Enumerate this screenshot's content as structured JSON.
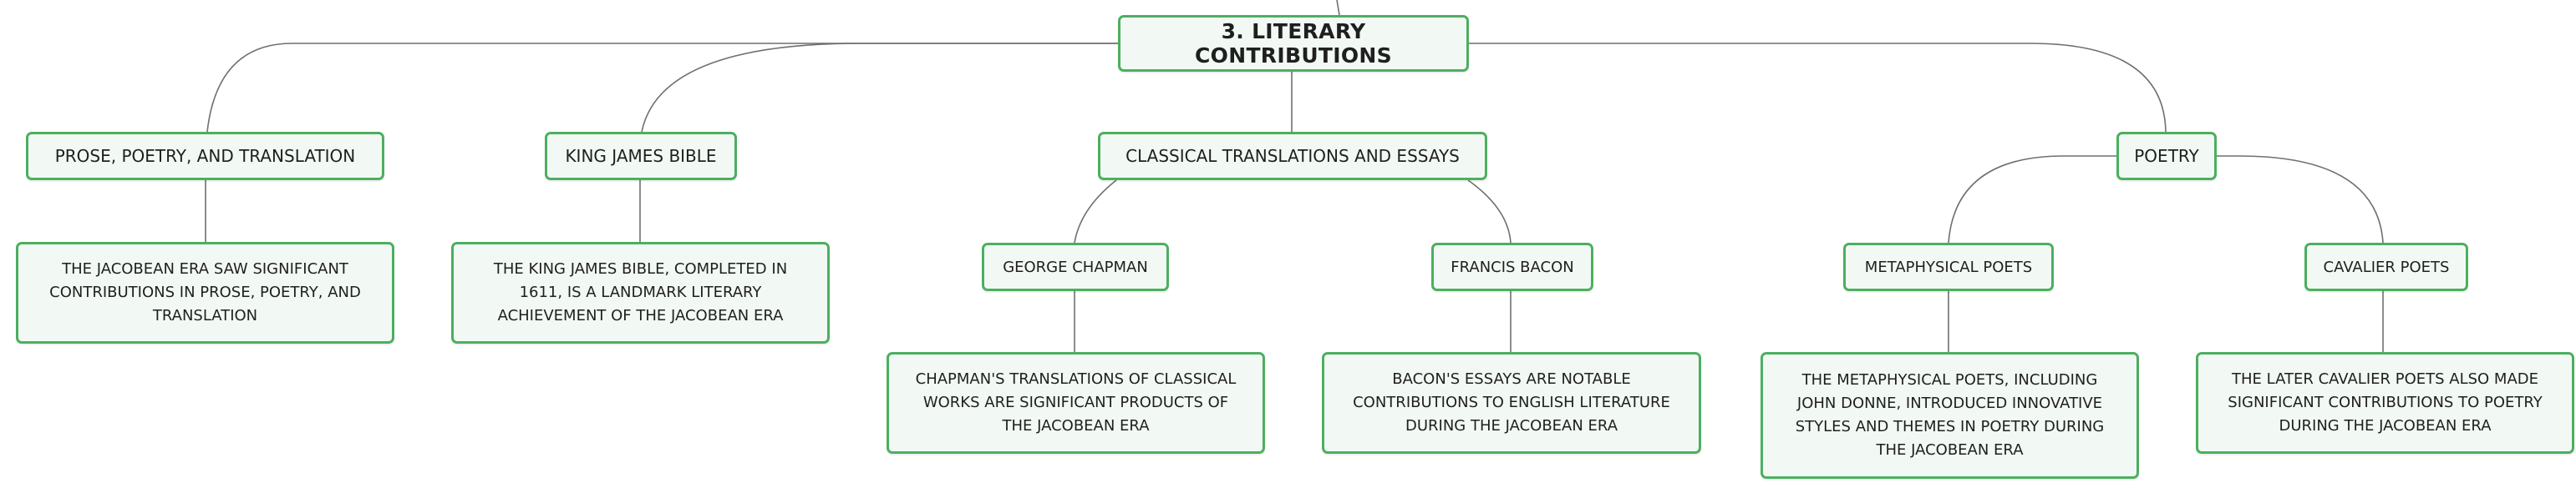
{
  "colors": {
    "border": "#4caf5f",
    "fill": "#f2f9f4",
    "line": "#6f6f6f",
    "text": "#1f1f1f"
  },
  "root": {
    "label": "3. LITERARY CONTRIBUTIONS"
  },
  "branches": {
    "prose": {
      "label": "PROSE, POETRY, AND TRANSLATION",
      "detail": "THE JACOBEAN ERA SAW SIGNIFICANT CONTRIBUTIONS IN PROSE, POETRY, AND TRANSLATION"
    },
    "kjb": {
      "label": "KING JAMES BIBLE",
      "detail": "THE KING JAMES BIBLE, COMPLETED IN 1611, IS A LANDMARK LITERARY ACHIEVEMENT OF THE JACOBEAN ERA"
    },
    "classical": {
      "label": "CLASSICAL TRANSLATIONS AND ESSAYS",
      "chapman": {
        "label": "GEORGE CHAPMAN",
        "detail": "CHAPMAN'S TRANSLATIONS OF CLASSICAL WORKS ARE SIGNIFICANT PRODUCTS OF THE JACOBEAN ERA"
      },
      "bacon": {
        "label": "FRANCIS BACON",
        "detail": "BACON'S ESSAYS ARE NOTABLE CONTRIBUTIONS TO ENGLISH LITERATURE DURING THE JACOBEAN ERA"
      }
    },
    "poetry": {
      "label": "POETRY",
      "metaphysical": {
        "label": "METAPHYSICAL POETS",
        "detail": "THE METAPHYSICAL POETS, INCLUDING JOHN DONNE, INTRODUCED INNOVATIVE STYLES AND THEMES IN POETRY DURING THE JACOBEAN ERA"
      },
      "cavalier": {
        "label": "CAVALIER POETS",
        "detail": "THE LATER CAVALIER POETS ALSO MADE SIGNIFICANT CONTRIBUTIONS TO POETRY DURING THE JACOBEAN ERA"
      }
    }
  }
}
